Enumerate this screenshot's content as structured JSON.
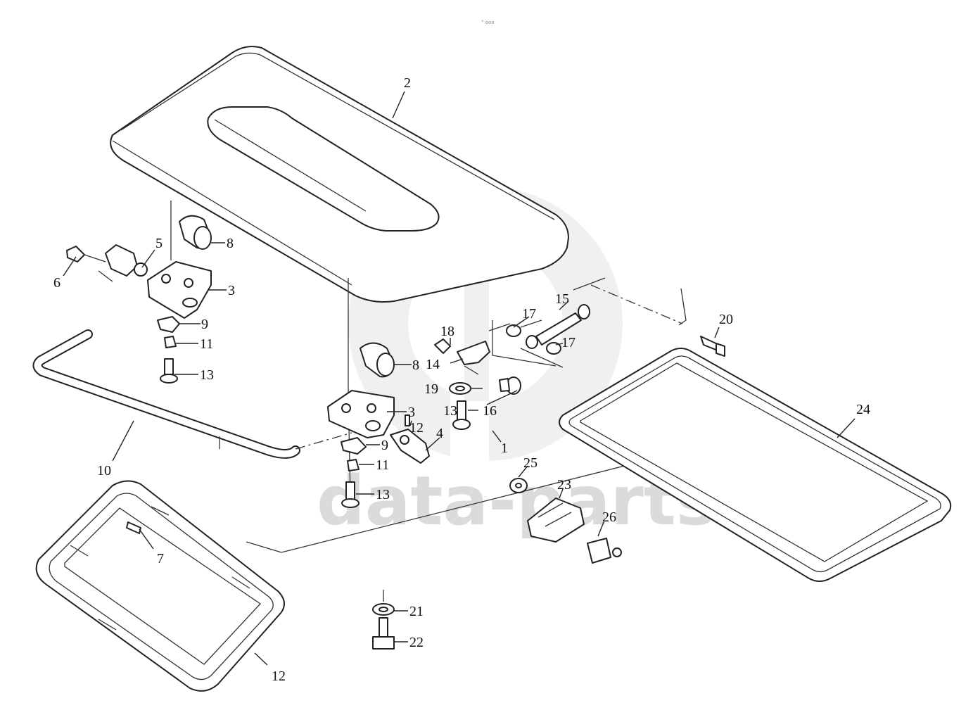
{
  "watermark": {
    "text": "data-parts"
  },
  "header_mark": "°  ooo",
  "labels": {
    "p1": "1",
    "p2": "2",
    "p3a": "3",
    "p3b": "3",
    "p4": "4",
    "p5": "5",
    "p6": "6",
    "p7": "7",
    "p8a": "8",
    "p8b": "8",
    "p9a": "9",
    "p9b": "9",
    "p10": "10",
    "p11a": "11",
    "p11b": "11",
    "p12a": "12",
    "p12b": "12",
    "p13a": "13",
    "p13b": "13",
    "p13c": "13",
    "p14": "14",
    "p15": "15",
    "p16": "16",
    "p17a": "17",
    "p17b": "17",
    "p18": "18",
    "p19": "19",
    "p20": "20",
    "p21": "21",
    "p22": "22",
    "p23": "23",
    "p24": "24",
    "p25": "25",
    "p26": "26"
  }
}
